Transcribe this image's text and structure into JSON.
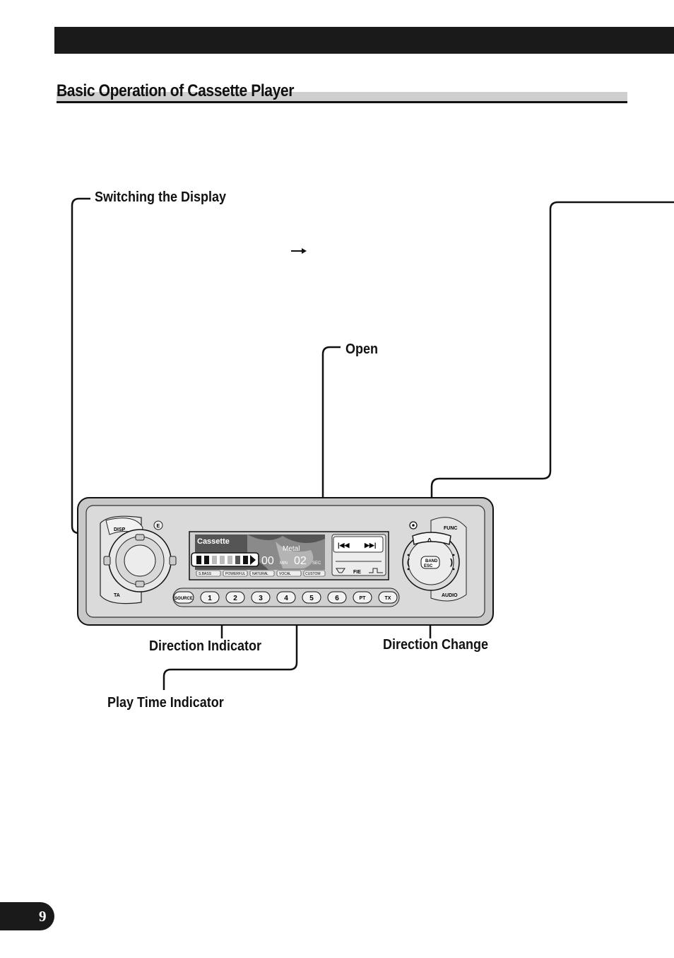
{
  "header": {
    "section_title": "Basic Operation of Cassette Player"
  },
  "callouts": {
    "switching_display": "Switching the Display",
    "open": "Open",
    "direction_indicator": "Direction Indicator",
    "direction_change": "Direction Change",
    "play_time_indicator": "Play Time Indicator"
  },
  "unit": {
    "disp": "DISP",
    "e": "E",
    "ta": "TA",
    "func": "FUNC",
    "audio": "AUDIO",
    "band": "BAND",
    "esc": "ESC",
    "display_source": "Cassette",
    "display_type": "Metal",
    "time_min": "00",
    "time_min_unit": "MIN",
    "time_sec": "02",
    "time_sec_unit": "SEC",
    "fie": "FIE",
    "eq_labels": [
      "S.BASS",
      "POWERFUL",
      "NATURAL",
      "VOCAL",
      "CUSTOM"
    ],
    "buttons": [
      "SOURCE",
      "1",
      "2",
      "3",
      "4",
      "5",
      "6",
      "PT",
      "TX"
    ]
  },
  "footer": {
    "page_number": "9"
  }
}
